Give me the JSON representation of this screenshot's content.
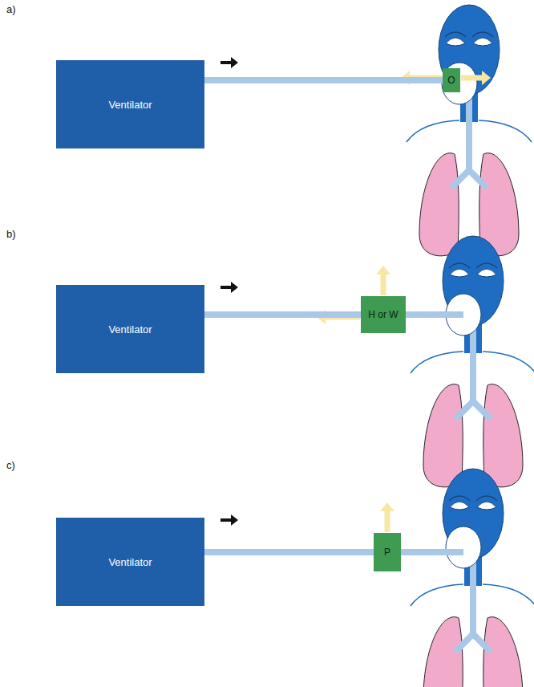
{
  "diagram": {
    "nodes": [
      {
        "text": [
          "Ventilator"
        ]
      },
      {
        "text": [
          "O"
        ]
      },
      {
        "text": [
          "Ventilator"
        ]
      },
      {
        "text": [
          "H or W"
        ]
      },
      {
        "text": [
          "Ventilator"
        ]
      },
      {
        "text": [
          "P"
        ]
      }
    ],
    "edges": [
      {
        "from": 0,
        "to": 1,
        "arrow": "none"
      },
      {
        "from": 2,
        "to": 3,
        "arrow": "none"
      },
      {
        "from": 4,
        "to": 5,
        "arrow": "none"
      }
    ],
    "labels": [
      "a)",
      "b)",
      "c)"
    ]
  }
}
